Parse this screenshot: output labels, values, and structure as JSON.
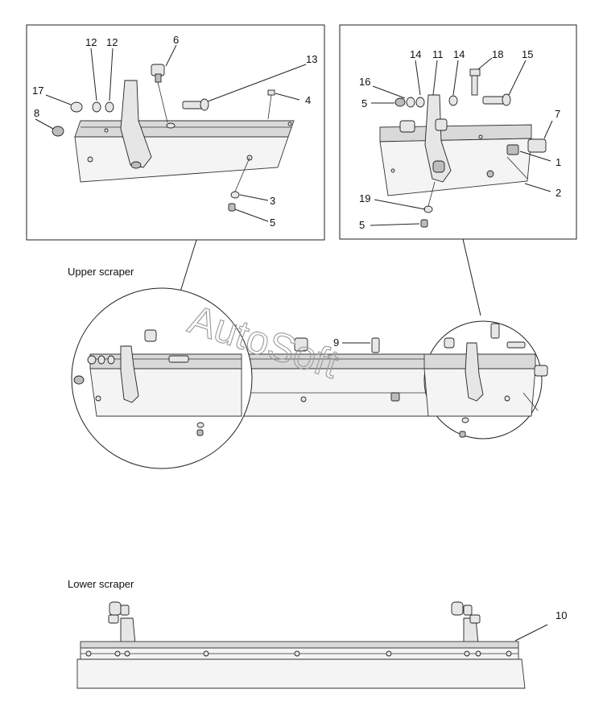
{
  "watermark": "AutoSoft",
  "captions": {
    "upper": "Upper scraper",
    "lower": "Lower scraper"
  },
  "left_detail": {
    "callouts": [
      "12",
      "12",
      "6",
      "13",
      "17",
      "4",
      "8",
      "3",
      "5"
    ]
  },
  "right_detail": {
    "callouts": [
      "14",
      "11",
      "14",
      "18",
      "15",
      "16",
      "5",
      "7",
      "1",
      "2",
      "19",
      "5"
    ]
  },
  "middle": {
    "callouts": [
      "9"
    ]
  },
  "lower": {
    "callouts": [
      "10"
    ]
  }
}
